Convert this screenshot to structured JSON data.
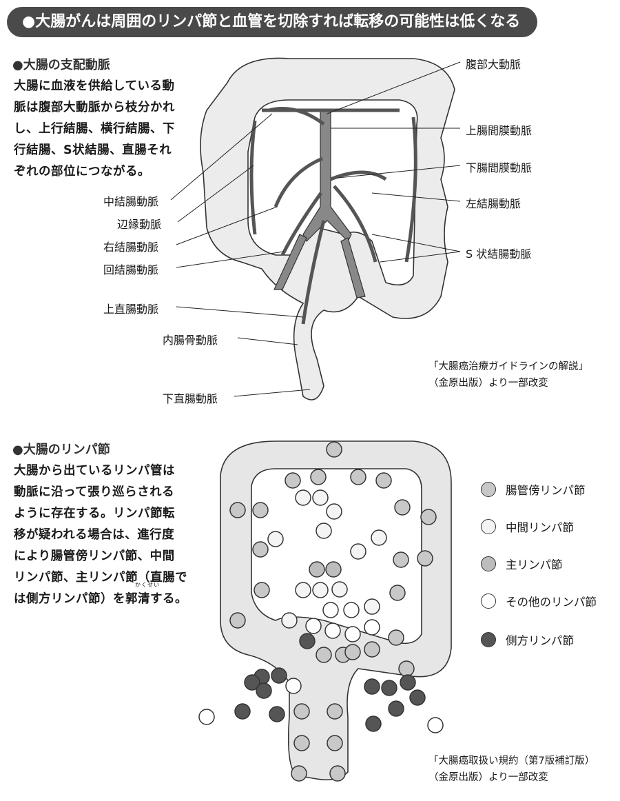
{
  "banner": "●大腸がんは周囲のリンパ節と血管を切除すれば転移の可能性は低くなる",
  "section1": {
    "title": "●大腸の支配動脈",
    "text_lines": [
      "大腸に血液を供給している動",
      "脈は腹部大動脈から枝分かれ",
      "し、上行結腸、横行結腸、下",
      "行結腸、S状結腸、直腸それ",
      "ぞれの部位につながる。"
    ],
    "labels_left": [
      "中結腸動脈",
      "辺縁動脈",
      "右結腸動脈",
      "回結腸動脈",
      "上直腸動脈",
      "内腸骨動脈",
      "下直腸動脈"
    ],
    "labels_right": [
      "腹部大動脈",
      "上腸間膜動脈",
      "下腸間膜動脈",
      "左結腸動脈",
      "S 状結腸動脈"
    ],
    "caption_lines": [
      "「大腸癌治療ガイドラインの解説」",
      "（金原出版）より一部改変"
    ]
  },
  "section2": {
    "title": "●大腸のリンパ節",
    "text_lines": [
      "大腸から出ているリンパ管は",
      "動脈に沿って張り巡らされる",
      "ように存在する。リンパ節転",
      "移が疑われる場合は、進行度",
      "により腸管傍リンパ節、中間",
      "リンパ節、主リンパ節（直腸で",
      "は側方リンパ節）を郭清する。"
    ],
    "ruby": "かくせい",
    "legend": [
      {
        "label": "腸管傍リンパ節",
        "color": "#c8c8c8"
      },
      {
        "label": "中間リンパ節",
        "color": "#f4f4f4"
      },
      {
        "label": "主リンパ節",
        "color": "#bdbdbd"
      },
      {
        "label": "その他のリンパ節",
        "color": "#ffffff"
      },
      {
        "label": "側方リンパ節",
        "color": "#555555"
      }
    ],
    "caption_lines": [
      "「大腸癌取扱い規約（第7版補訂版）",
      "（金原出版）より一部改変"
    ]
  }
}
